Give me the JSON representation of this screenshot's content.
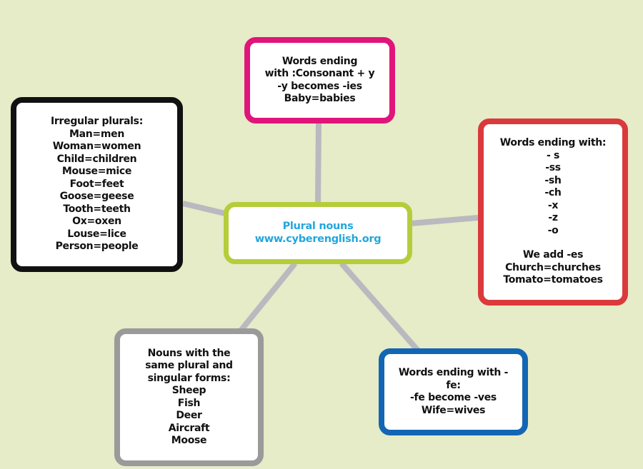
{
  "diagram": {
    "type": "mind-map",
    "colors": {
      "background": "#e6ebc8",
      "connector": "#b9b9bf",
      "center_border": "#b5cd3a",
      "center_text": "#23a6dc",
      "top_border": "#e0157a",
      "left_border": "#111111",
      "right_border": "#da3a3c",
      "bottom_left_border": "#9a9a9a",
      "bottom_right_border": "#1266b4"
    },
    "center": {
      "lines": [
        "Plural nouns",
        "www.cyberenglish.org"
      ]
    },
    "nodes": {
      "consonant_y": {
        "lines": [
          "Words ending",
          "with :Consonant + y",
          "-y becomes -ies",
          "Baby=babies"
        ]
      },
      "irregular": {
        "lines": [
          "Irregular plurals:",
          "Man=men",
          "Woman=women",
          "Child=children",
          "Mouse=mice",
          "Foot=feet",
          "Goose=geese",
          "Tooth=teeth",
          "Ox=oxen",
          "Louse=lice",
          "Person=people"
        ]
      },
      "add_es": {
        "lines": [
          "Words ending with:",
          "- s",
          "-ss",
          "-sh",
          "-ch",
          "-x",
          "-z",
          "-o"
        ],
        "lines2": [
          "We add -es",
          "Church=churches",
          "Tomato=tomatoes"
        ]
      },
      "same_form": {
        "lines": [
          "Nouns with the",
          "same plural and",
          "singular forms:",
          "Sheep",
          "Fish",
          "Deer",
          "Aircraft",
          "Moose"
        ]
      },
      "fe_ves": {
        "lines": [
          "Words ending with -",
          "fe:",
          "-fe become -ves",
          "Wife=wives"
        ]
      }
    }
  }
}
